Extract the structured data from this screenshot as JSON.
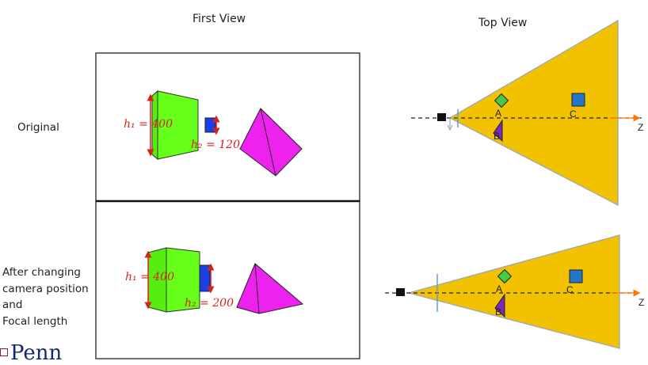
{
  "headings": {
    "first_view": "First View",
    "top_view": "Top View"
  },
  "rows": {
    "original": {
      "label": "Original",
      "h1_text": "h₁ = 400",
      "h2_text": "h₂ = 120"
    },
    "changed": {
      "label_lines": [
        "After changing",
        "camera position",
        "and",
        "Focal length"
      ],
      "h1_text": "h₁ = 400",
      "h2_text": "h₂ = 200"
    }
  },
  "top_view": {
    "point_labels": {
      "a": "A",
      "b": "B",
      "c": "C"
    },
    "axis_label": "Z"
  },
  "logo_text": "Penn",
  "colors": {
    "cone": "#f2c200",
    "green_box": "#66ff1a",
    "blue_box": "#1a3fe6",
    "magenta_pyramid": "#ee22ee",
    "annotation_red": "#d9201a",
    "square_blue": "#2277cc",
    "diamond_green": "#44cc44",
    "triangle_purple": "#7a2ab5",
    "axis_orange": "#ff7700"
  }
}
